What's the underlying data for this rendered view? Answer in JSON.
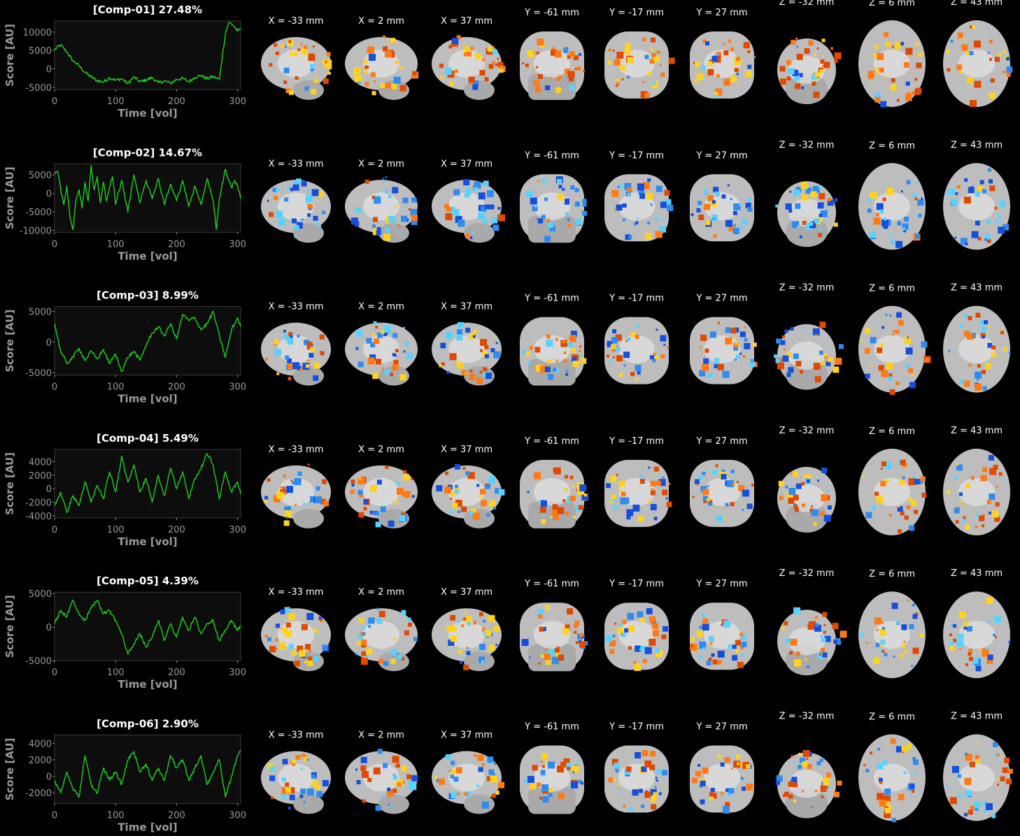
{
  "colors": {
    "background": "#000000",
    "plot_bg": "#0d0d0d",
    "line": "#1ed21e",
    "text_title": "#ffffff",
    "text_axis": "#9a9a9a",
    "slice_label": "#ffffff",
    "pos_dark": "#e04a00",
    "pos_mid": "#ff7a14",
    "pos_light": "#ffd21e",
    "neg_dark": "#1450dc",
    "neg_mid": "#2e8cf0",
    "neg_light": "#5ad2ff"
  },
  "slice_labels": [
    "X = -33 mm",
    "X = 2 mm",
    "X = 37 mm",
    "Y = -61 mm",
    "Y = -17 mm",
    "Y = 27 mm",
    "Z = -32 mm",
    "Z = 6 mm",
    "Z = 43 mm"
  ],
  "chart_data": [
    {
      "type": "line",
      "title": "[Comp-01] 27.48%",
      "xlabel": "Time [vol]",
      "ylabel": "Score [AU]",
      "xlim": [
        0,
        305
      ],
      "ylim": [
        -5600,
        13000
      ],
      "xticks": [
        0,
        100,
        200,
        300
      ],
      "yticks": [
        10000,
        5000,
        0,
        -5000
      ],
      "ytick_labels": [
        "10000",
        "5000",
        "0",
        "-5000"
      ],
      "grid": false,
      "series": [
        {
          "x": [
            0,
            10,
            20,
            30,
            40,
            50,
            60,
            70,
            80,
            90,
            100,
            110,
            120,
            130,
            140,
            150,
            160,
            170,
            180,
            190,
            200,
            210,
            220,
            230,
            240,
            250,
            260,
            270,
            275,
            280,
            285,
            290,
            295,
            300,
            305
          ],
          "values": [
            5200,
            6500,
            4600,
            2200,
            900,
            -1000,
            -2200,
            -3200,
            -3600,
            -2400,
            -3100,
            -2700,
            -4000,
            -2200,
            -3500,
            -3000,
            -2400,
            -3800,
            -3300,
            -3900,
            -2900,
            -2600,
            -3500,
            -2300,
            -1800,
            -2700,
            -2100,
            -2900,
            3500,
            9500,
            12500,
            12300,
            11400,
            10200,
            11000
          ]
        }
      ]
    },
    {
      "type": "line",
      "title": "[Comp-02] 14.67%",
      "xlabel": "Time [vol]",
      "ylabel": "Score [AU]",
      "xlim": [
        0,
        305
      ],
      "ylim": [
        -10500,
        8000
      ],
      "xticks": [
        0,
        100,
        200,
        300
      ],
      "yticks": [
        5000,
        0,
        -5000,
        -10000
      ],
      "ytick_labels": [
        "5000",
        "0",
        "-5000",
        "-10000"
      ],
      "grid": false,
      "series": [
        {
          "x": [
            0,
            5,
            10,
            15,
            20,
            25,
            30,
            35,
            40,
            45,
            50,
            55,
            60,
            65,
            70,
            75,
            80,
            85,
            90,
            95,
            100,
            110,
            120,
            130,
            140,
            150,
            160,
            170,
            180,
            190,
            200,
            210,
            220,
            230,
            240,
            250,
            260,
            265,
            270,
            280,
            290,
            295,
            300,
            305
          ],
          "values": [
            5500,
            6000,
            1000,
            -3000,
            2000,
            -6000,
            -9800,
            -2000,
            1000,
            -4000,
            3000,
            -2000,
            7500,
            1000,
            4500,
            -2500,
            3000,
            -2000,
            1500,
            4500,
            -3000,
            3500,
            -5000,
            5000,
            -2500,
            3500,
            -1500,
            4000,
            -3000,
            2500,
            -2000,
            3500,
            -3500,
            2000,
            -3000,
            4000,
            -2000,
            -9800,
            -1500,
            6500,
            1500,
            3500,
            2000,
            -1500
          ]
        }
      ]
    },
    {
      "type": "line",
      "title": "[Comp-03] 8.99%",
      "xlabel": "Time [vol]",
      "ylabel": "Score [AU]",
      "xlim": [
        0,
        305
      ],
      "ylim": [
        -5400,
        5800
      ],
      "xticks": [
        0,
        100,
        200,
        300
      ],
      "yticks": [
        5000,
        0,
        -5000
      ],
      "ytick_labels": [
        "5000",
        "0",
        "-5000"
      ],
      "grid": false,
      "series": [
        {
          "x": [
            0,
            10,
            20,
            30,
            40,
            50,
            60,
            70,
            80,
            90,
            100,
            110,
            120,
            130,
            140,
            150,
            160,
            170,
            180,
            190,
            200,
            210,
            220,
            230,
            240,
            250,
            260,
            270,
            280,
            290,
            300,
            305
          ],
          "values": [
            3000,
            -1500,
            -3500,
            -2500,
            -1000,
            -3000,
            -1500,
            -2800,
            -1200,
            -3500,
            -2000,
            -4800,
            -2500,
            -1500,
            -3000,
            -500,
            1500,
            2500,
            1000,
            3000,
            500,
            4500,
            3500,
            4000,
            2000,
            3000,
            5000,
            1000,
            -2500,
            2000,
            4000,
            2500
          ]
        }
      ]
    },
    {
      "type": "line",
      "title": "[Comp-04] 5.49%",
      "xlabel": "Time [vol]",
      "ylabel": "Score [AU]",
      "xlim": [
        0,
        305
      ],
      "ylim": [
        -4300,
        5800
      ],
      "xticks": [
        0,
        100,
        200,
        300
      ],
      "yticks": [
        4000,
        2000,
        0,
        -2000,
        -4000
      ],
      "ytick_labels": [
        "4000",
        "2000",
        "0",
        "-2000",
        "-4000"
      ],
      "grid": false,
      "series": [
        {
          "x": [
            0,
            10,
            20,
            30,
            40,
            50,
            60,
            70,
            80,
            90,
            100,
            110,
            120,
            130,
            140,
            150,
            160,
            170,
            180,
            190,
            200,
            210,
            220,
            230,
            240,
            250,
            260,
            270,
            280,
            290,
            300,
            305
          ],
          "values": [
            -2500,
            -500,
            -3500,
            -1000,
            -2500,
            1000,
            -2000,
            500,
            -1500,
            2500,
            -500,
            4800,
            1000,
            3500,
            -500,
            1500,
            -2000,
            2000,
            -1000,
            3000,
            0,
            2500,
            -1500,
            1500,
            3000,
            5200,
            3500,
            -1500,
            2500,
            -500,
            1000,
            -800
          ]
        }
      ]
    },
    {
      "type": "line",
      "title": "[Comp-05] 4.39%",
      "xlabel": "Time [vol]",
      "ylabel": "Score [AU]",
      "xlim": [
        0,
        305
      ],
      "ylim": [
        -5000,
        5200
      ],
      "xticks": [
        0,
        100,
        200,
        300
      ],
      "yticks": [
        5000,
        0,
        -5000
      ],
      "ytick_labels": [
        "5000",
        "0",
        "-5000"
      ],
      "grid": false,
      "series": [
        {
          "x": [
            0,
            10,
            20,
            30,
            40,
            50,
            60,
            70,
            80,
            90,
            100,
            110,
            120,
            130,
            140,
            150,
            160,
            170,
            180,
            190,
            200,
            210,
            220,
            230,
            240,
            250,
            260,
            270,
            280,
            290,
            300,
            305
          ],
          "values": [
            500,
            2500,
            1500,
            4000,
            2000,
            1000,
            3000,
            4000,
            2000,
            2500,
            1000,
            -1000,
            -4000,
            -2500,
            -1000,
            -3000,
            -1500,
            1000,
            -2000,
            500,
            -1500,
            1500,
            -500,
            1500,
            -1000,
            500,
            1000,
            -2000,
            -500,
            1000,
            -500,
            200
          ]
        }
      ]
    },
    {
      "type": "line",
      "title": "[Comp-06] 2.90%",
      "xlabel": "Time [vol]",
      "ylabel": "Score [AU]",
      "xlim": [
        0,
        305
      ],
      "ylim": [
        -3300,
        5000
      ],
      "xticks": [
        0,
        100,
        200,
        300
      ],
      "yticks": [
        4000,
        2000,
        0,
        -2000
      ],
      "ytick_labels": [
        "4000",
        "2000",
        "0",
        "-2000"
      ],
      "grid": false,
      "series": [
        {
          "x": [
            0,
            10,
            20,
            30,
            40,
            50,
            60,
            70,
            80,
            90,
            100,
            110,
            120,
            130,
            140,
            150,
            160,
            170,
            180,
            190,
            200,
            210,
            220,
            230,
            240,
            250,
            260,
            270,
            280,
            290,
            300,
            305
          ],
          "values": [
            -500,
            -2000,
            500,
            -1500,
            -2500,
            2500,
            -1000,
            -2000,
            1000,
            -500,
            500,
            -1000,
            2000,
            3000,
            500,
            1500,
            -500,
            1000,
            -500,
            2500,
            1000,
            2000,
            -500,
            1000,
            2500,
            -1000,
            500,
            2000,
            -2500,
            0,
            2500,
            3000
          ]
        }
      ]
    }
  ]
}
